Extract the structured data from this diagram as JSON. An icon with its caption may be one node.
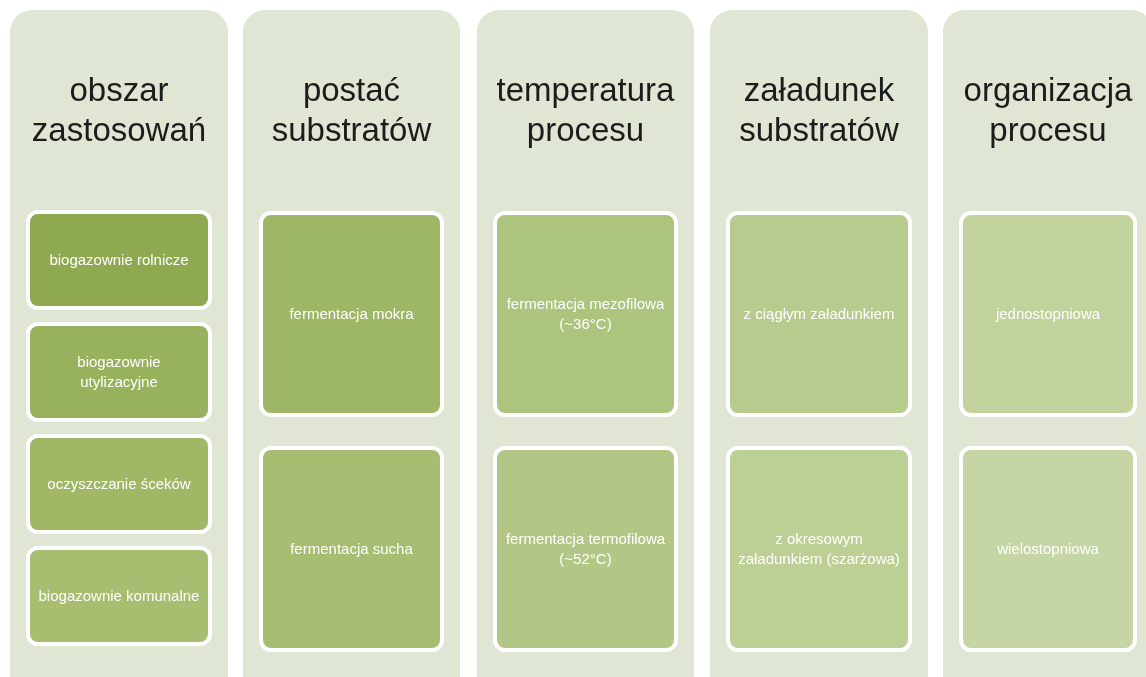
{
  "diagram": {
    "nodes": [
      {
        "text": [
          "obszar zastosowań"
        ]
      },
      {
        "text": [
          "biogazownie rolnicze"
        ],
        "in": 0
      },
      {
        "text": [
          "biogazownie utylizacyjne"
        ],
        "in": 0
      },
      {
        "text": [
          "oczyszczanie śceków"
        ],
        "in": 0
      },
      {
        "text": [
          "biogazownie komunalne"
        ],
        "in": 0
      },
      {
        "text": [
          "postać substratów"
        ]
      },
      {
        "text": [
          "fermentacja mokra"
        ],
        "in": 5
      },
      {
        "text": [
          "fermentacja sucha"
        ],
        "in": 5
      },
      {
        "text": [
          "temperatura procesu"
        ]
      },
      {
        "text": [
          "fermentacja mezofilowa (~36°C)"
        ],
        "in": 8
      },
      {
        "text": [
          "fermentacja termofilowa (~52°C)"
        ],
        "in": 8
      },
      {
        "text": [
          "załadunek substratów"
        ]
      },
      {
        "text": [
          "z ciągłym załadunkiem"
        ],
        "in": 11
      },
      {
        "text": [
          "z okresowym załadunkiem (szarżowa)"
        ],
        "in": 11
      },
      {
        "text": [
          "organizacja procesu"
        ]
      },
      {
        "text": [
          "jednostopniowa"
        ],
        "in": 14
      },
      {
        "text": [
          "wielostopniowa"
        ],
        "in": 14
      }
    ]
  }
}
